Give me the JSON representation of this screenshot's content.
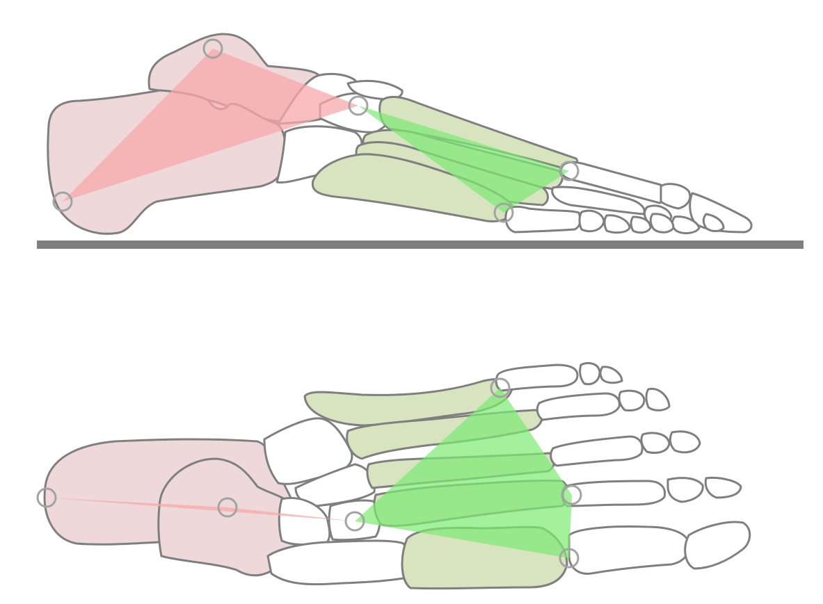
{
  "colors": {
    "outline": "#7f7f7f",
    "hindfoot_fill": "#eed8d9",
    "hindfoot_triangle": "#f7a8aa",
    "metatarsal_fill": "#d8e3c0",
    "forefoot_triangle": "#7cea74",
    "bone_fill": "#ffffff",
    "ground": "#7f7f7f",
    "joint_marker": "#a3a3a3"
  },
  "icons": [
    "foot-skeleton-lateral-view",
    "foot-skeleton-plantar-view",
    "ground-line"
  ]
}
